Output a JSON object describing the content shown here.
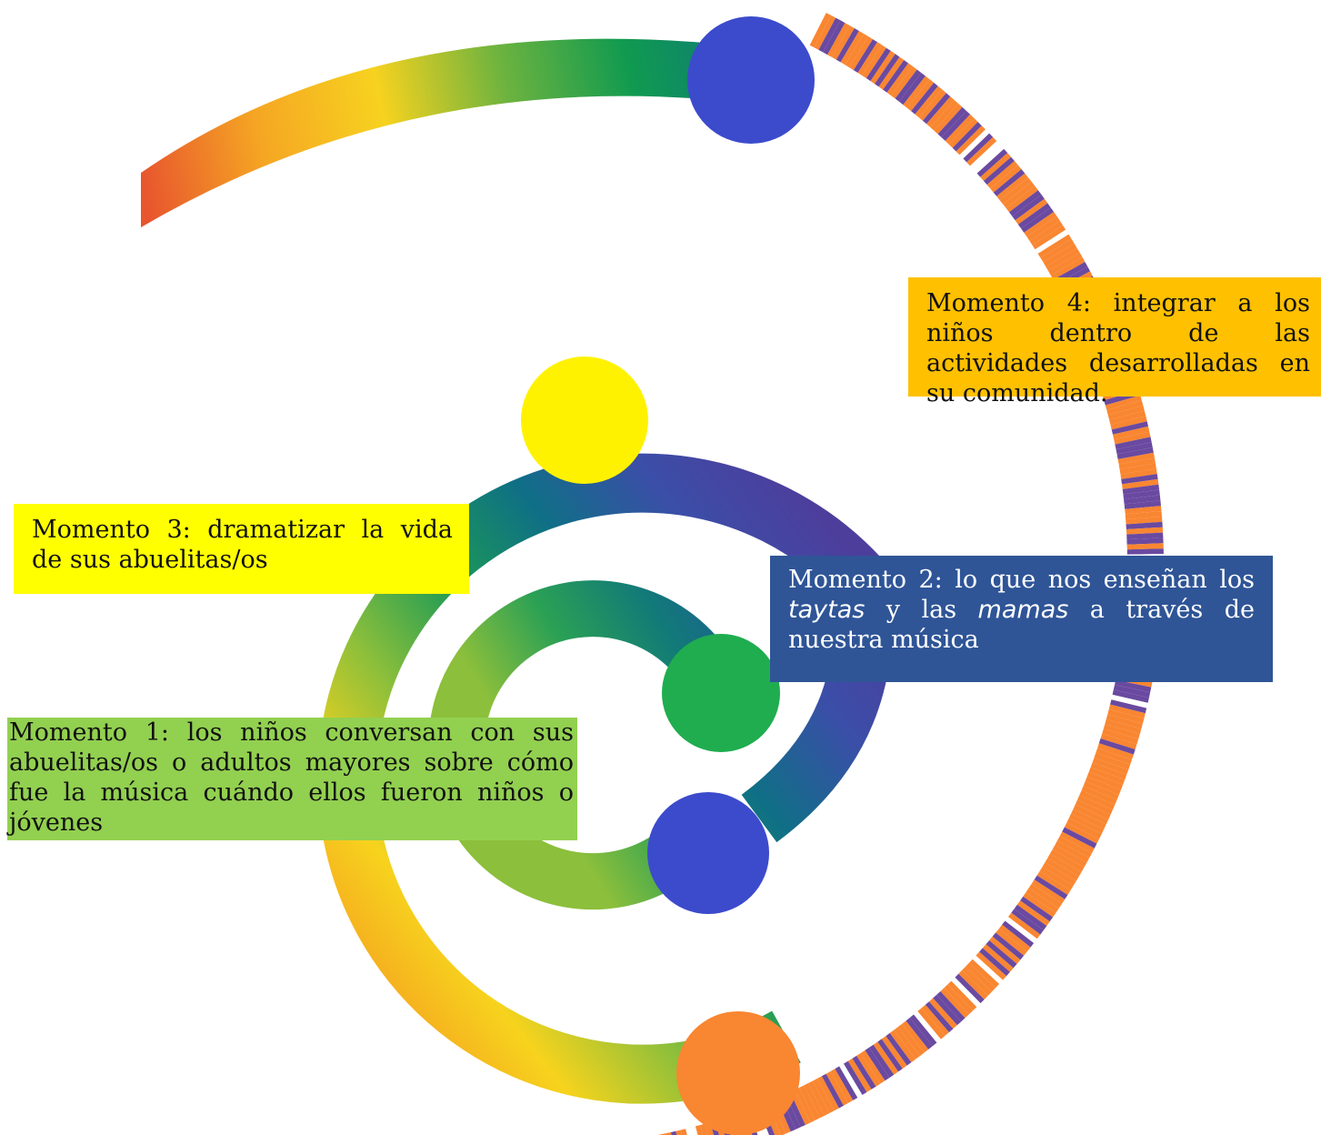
{
  "diagram": {
    "colors": {
      "outer_stripe_base": "#f98631",
      "outer_stripe_accent": "#6a4aa0",
      "arc_gradient": [
        "#e8552e",
        "#f5a623",
        "#f7d21f",
        "#6db33f",
        "#109a50",
        "#0e7a7a"
      ],
      "middle_gradient": [
        "#f4a020",
        "#f7d31d",
        "#8cbf3b",
        "#1c9a55",
        "#0f6f86",
        "#3b4ea8",
        "#4d3e9c"
      ],
      "inner_gradient": [
        "#8cbf3b",
        "#2aa055",
        "#127a78",
        "#1e5a9a"
      ]
    },
    "nodes": [
      {
        "name": "node-top",
        "color": "#3c4bcc"
      },
      {
        "name": "node-yellow",
        "color": "#fff200"
      },
      {
        "name": "node-green",
        "color": "#1fad4f"
      },
      {
        "name": "node-blue-bottom",
        "color": "#3c4bcc"
      },
      {
        "name": "node-orange",
        "color": "#f98631"
      }
    ]
  },
  "labels": {
    "momento4": {
      "text": "Momento 4: integrar a los niños dentro de las actividades desarrolladas en su comunidad.",
      "bg": "#ffc000"
    },
    "momento3": {
      "text": "Momento 3: dramatizar la vida de sus abuelitas/os",
      "bg": "#ffff00"
    },
    "momento2": {
      "prefix": "Momento 2: lo que nos enseñan los ",
      "em1": "taytas",
      "mid": " y las ",
      "em2": "mamas",
      "suffix": " a través de nuestra música",
      "bg": "#2f5597"
    },
    "momento1": {
      "text": "Momento 1: los niños conversan con sus abuelitas/os o adultos mayores sobre cómo fue la música cuándo ellos fueron niños o jóvenes",
      "bg": "#92d050"
    }
  }
}
